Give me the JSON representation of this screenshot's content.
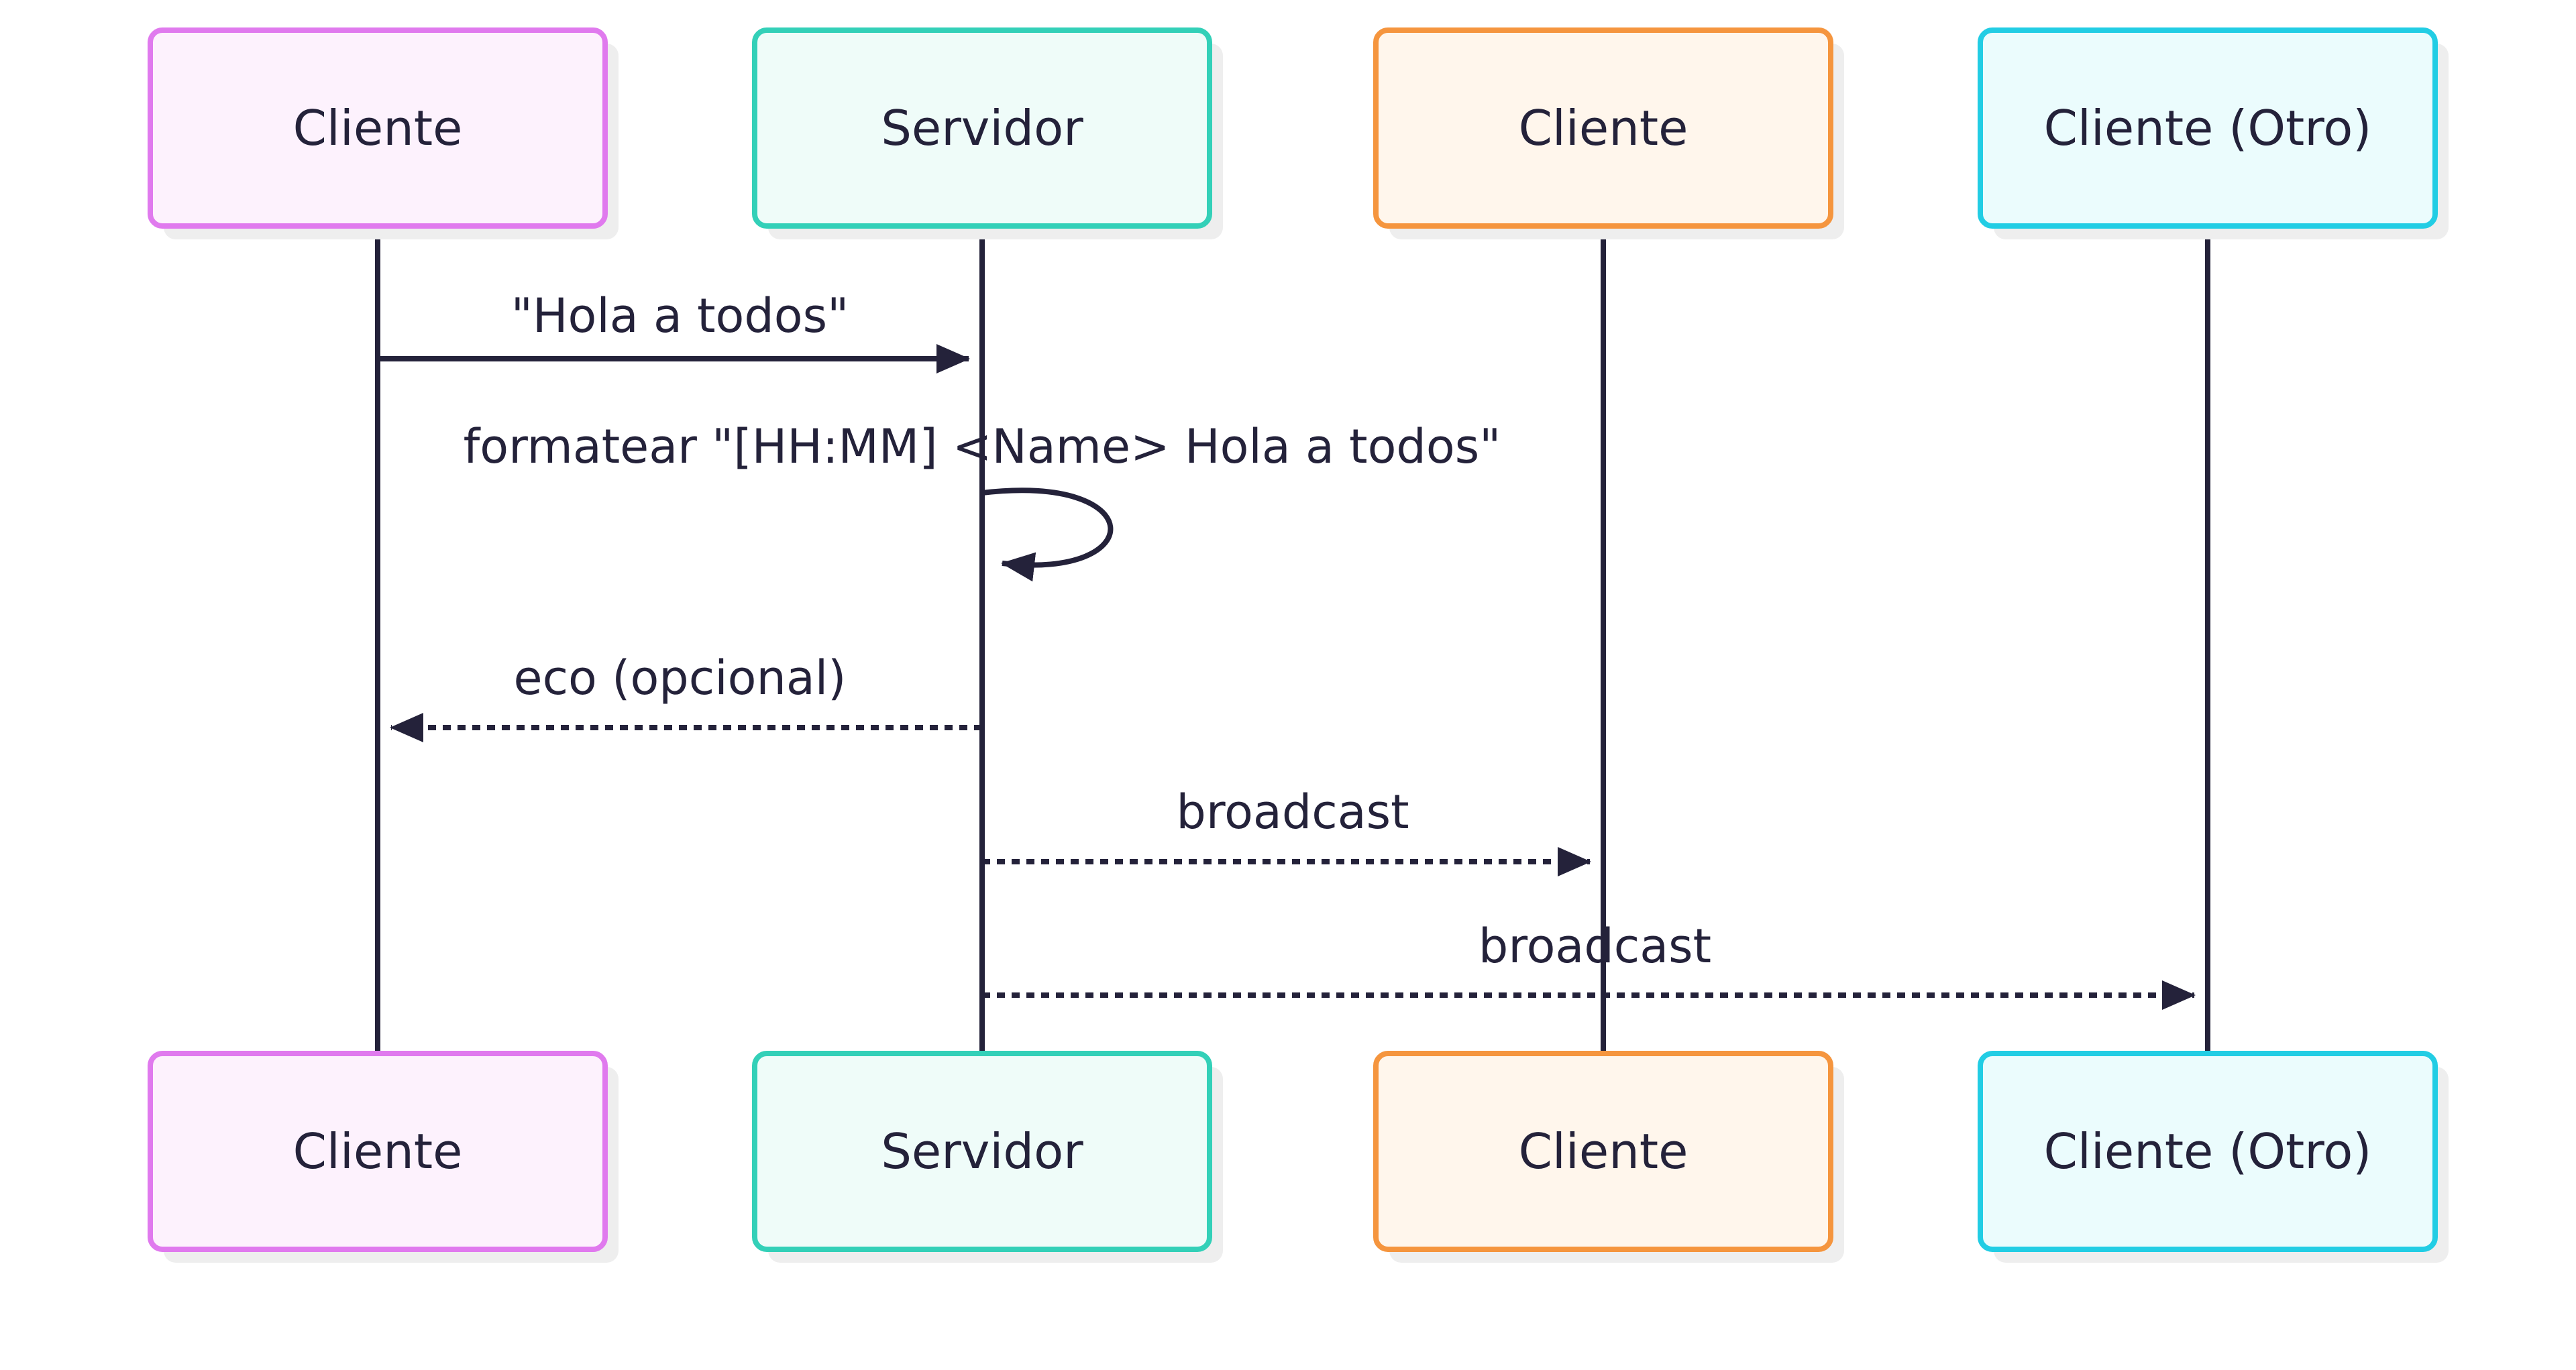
{
  "actors": [
    {
      "id": "a1",
      "label": "Cliente",
      "stroke": "#e07aee",
      "fill": "#fdf2fd"
    },
    {
      "id": "a2",
      "label": "Servidor",
      "stroke": "#33d0b8",
      "fill": "#effcf9"
    },
    {
      "id": "a3",
      "label": "Cliente",
      "stroke": "#f5953e",
      "fill": "#fff6ec"
    },
    {
      "id": "a4",
      "label": "Cliente (Otro)",
      "stroke": "#22cde4",
      "fill": "#ebfcfd"
    }
  ],
  "messages": [
    {
      "from": 0,
      "to": 1,
      "label": "\"Hola a todos\"",
      "style": "solid"
    },
    {
      "from": 1,
      "to": 1,
      "label": "formatear \"[HH:MM] <Name> Hola a todos\"",
      "style": "self"
    },
    {
      "from": 1,
      "to": 0,
      "label": "eco (opcional)",
      "style": "dotted"
    },
    {
      "from": 1,
      "to": 2,
      "label": "broadcast",
      "style": "dotted"
    },
    {
      "from": 1,
      "to": 3,
      "label": "broadcast",
      "style": "dotted"
    }
  ],
  "colors": {
    "line": "#24223a",
    "text": "#24223a",
    "shadow": "#eeeeee"
  }
}
